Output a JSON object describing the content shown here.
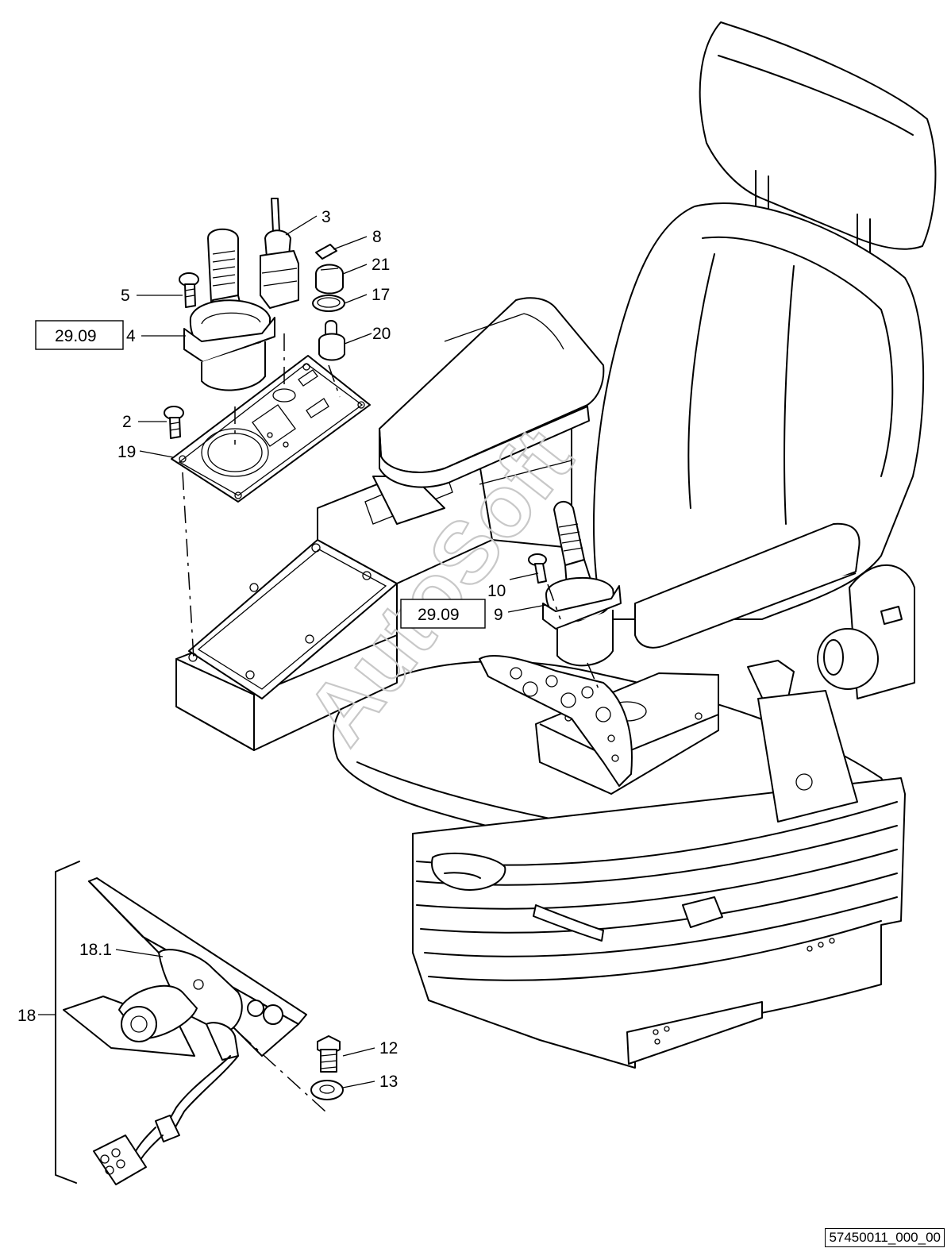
{
  "callouts": {
    "c2": "2",
    "c3": "3",
    "c4": "4",
    "c5": "5",
    "c8": "8",
    "c9": "9",
    "c10": "10",
    "c12": "12",
    "c13": "13",
    "c17": "17",
    "c18": "18",
    "c18_1": "18.1",
    "c19": "19",
    "c20": "20",
    "c21": "21"
  },
  "references": {
    "left_joystick_ref": "29.09",
    "right_joystick_ref": "29.09"
  },
  "watermark": "AutoSoft",
  "figure_id": "57450011_000_00"
}
